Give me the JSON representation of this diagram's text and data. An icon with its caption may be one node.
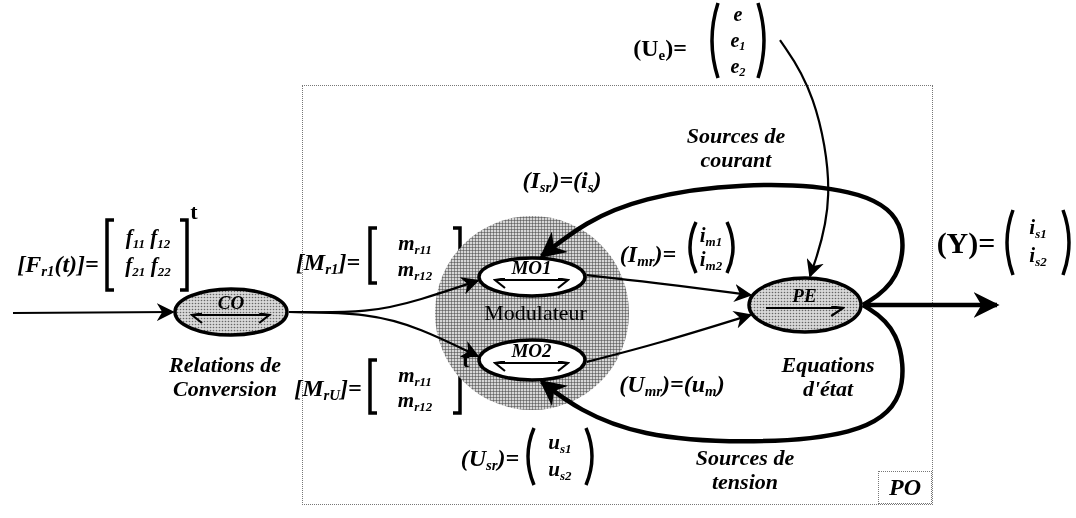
{
  "diagram": {
    "nodes": [
      {
        "text": [
          "(U$_{e}$)=",
          "e",
          "e$_{1}$",
          "e$_{2}$"
        ]
      },
      {
        "text": [
          "CO"
        ],
        "beside": [
          "Relations de Conversion"
        ]
      },
      {
        "text": [
          "PO"
        ]
      },
      {
        "text": [
          "Modulateur"
        ],
        "in": 2
      },
      {
        "text": [
          "MO1"
        ],
        "in": 3
      },
      {
        "text": [
          "MO2"
        ],
        "in": 3
      },
      {
        "text": [
          "PE"
        ],
        "beside": [
          "Equations d'état"
        ],
        "in": 2
      }
    ],
    "edges": [
      {
        "from": null,
        "to": 1,
        "arrow": "to"
      },
      {
        "from": 1,
        "to": 4,
        "arrow": "to"
      },
      {
        "from": 1,
        "to": 5,
        "arrow": "to"
      },
      {
        "from": 4,
        "to": 6,
        "arrow": "to"
      },
      {
        "from": 5,
        "to": 6,
        "arrow": "to"
      },
      {
        "from": 6,
        "to": 4,
        "arrow": "to",
        "label": "Sources de courant",
        "style": "thick"
      },
      {
        "from": 6,
        "to": 5,
        "arrow": "to",
        "label": "Sources de tension",
        "style": "thick"
      },
      {
        "from": 0,
        "to": 6,
        "arrow": "to"
      },
      {
        "from": 6,
        "to": null,
        "arrow": "to",
        "style": "thick"
      }
    ],
    "labels": [
      "[F$_{r1}$(t)]=",
      "f$_{11}$ f$_{12}$",
      "f$_{21}$ f$_{22}$",
      "t",
      "[M$_{r1}$]=",
      "m$_{r11}$",
      "m$_{r12}$",
      "[M$_{rU}$]=",
      "m$_{r11}$",
      "m$_{r12}$",
      "t",
      "(I$_{sr}$)=(i$_{s}$)",
      "(I$_{mr}$)=",
      "i$_{m1}$",
      "i$_{m2}$",
      "(U$_{mr}$)=(u$_{m}$)",
      "(U$_{sr}$)=",
      "u$_{s1}$",
      "u$_{s2}$",
      "(Y)=",
      "i$_{s1}$",
      "i$_{s2}$"
    ]
  }
}
